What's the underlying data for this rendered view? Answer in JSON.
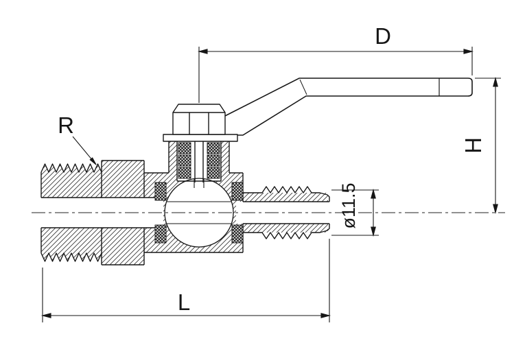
{
  "drawing": {
    "type": "technical-section-drawing",
    "subject": "ball valve with lever handle, male threaded inlet and hose barb outlet",
    "labels": {
      "handle_length_dim": "D",
      "inlet_thread_ref": "R",
      "height_dim": "H",
      "overall_length_dim": "L",
      "outlet_diameter_dim": "ø11.5"
    },
    "colors": {
      "line": "#161616",
      "background": "#ffffff"
    }
  }
}
